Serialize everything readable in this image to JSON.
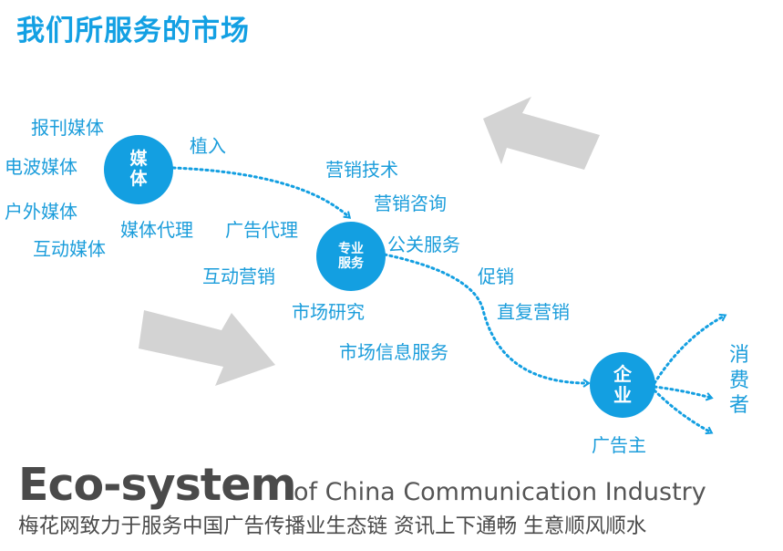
{
  "title": "我们所服务的市场",
  "nodes": {
    "media": [
      "媒",
      "体"
    ],
    "service": [
      "专业",
      "服务"
    ],
    "enterprise": [
      "企",
      "业"
    ]
  },
  "media_types": [
    "报刊媒体",
    "电波媒体",
    "户外媒体",
    "互动媒体"
  ],
  "edge_label_placement": "植入",
  "service_labels": [
    "营销技术",
    "营销咨询",
    "媒体代理",
    "广告代理",
    "公关服务",
    "互动营销",
    "促销",
    "市场研究",
    "直复营销",
    "市场信息服务"
  ],
  "advertiser_label": "广告主",
  "consumer_label": [
    "消",
    "费",
    "者"
  ],
  "footer": {
    "eco": "Eco-system",
    "eco_sub": "of China Communication Industry",
    "tagline": "梅花网致力于服务中国广告传播业生态链  资讯上下通畅  生意顺风顺水"
  },
  "colors": {
    "accent": "#139fe1",
    "label": "#1b9ddb",
    "arrow_gray": "#d3d3d3",
    "footer_text": "#4a4a4a"
  }
}
